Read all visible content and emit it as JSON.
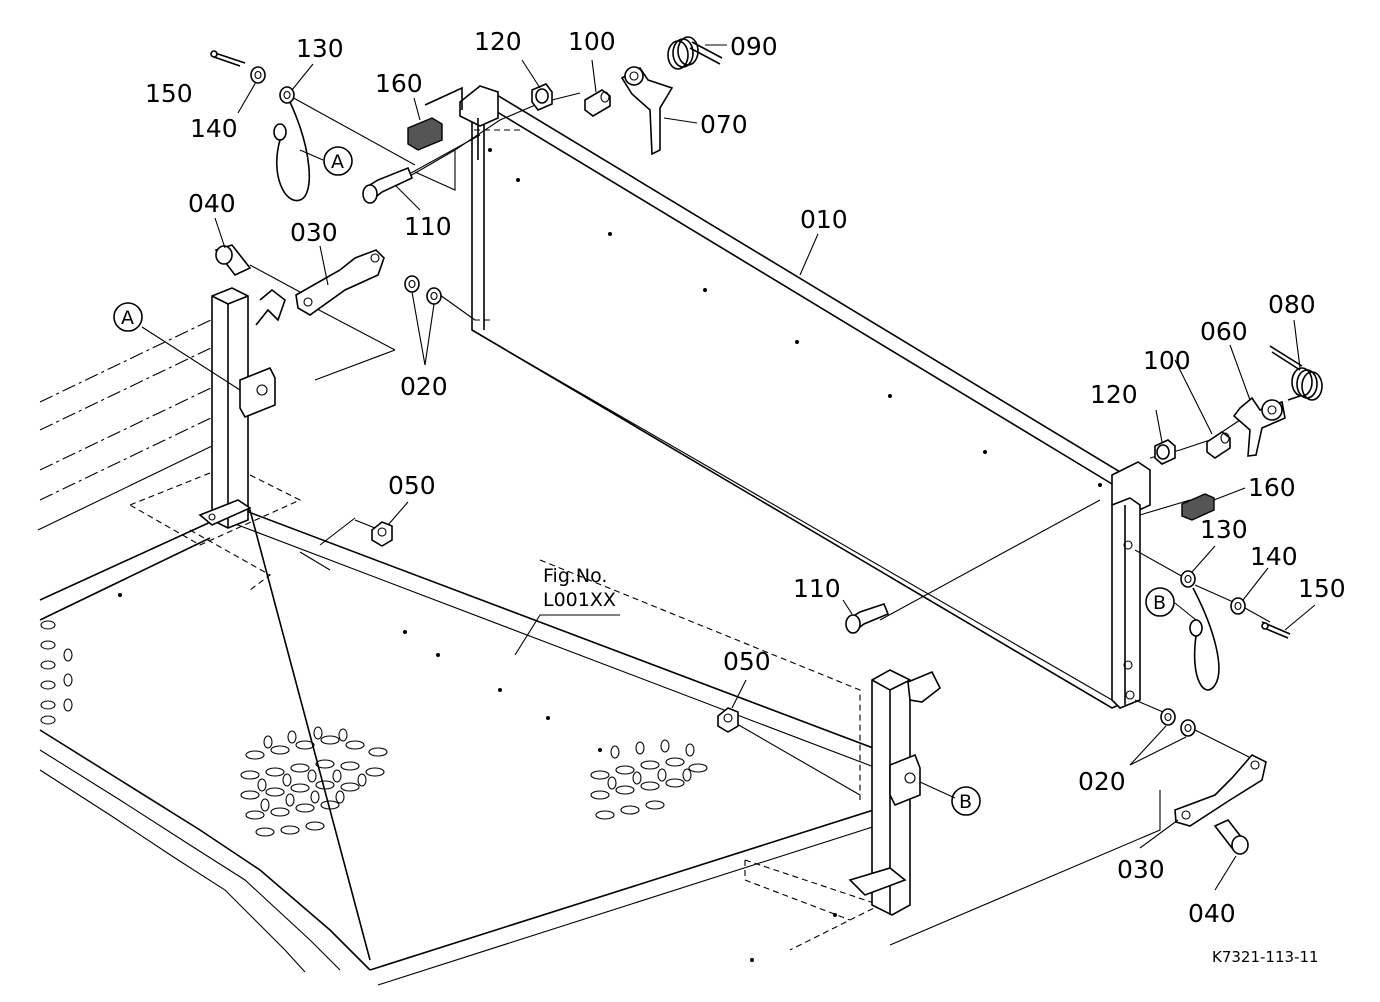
{
  "fig": {
    "label": "Fig.No.",
    "code": "L001XX"
  },
  "drawing_id": "K7321-113-11",
  "callouts": {
    "a": "A",
    "b": "B"
  },
  "parts": {
    "p010": "010",
    "p020": "020",
    "p030": "030",
    "p040": "040",
    "p050": "050",
    "p060": "060",
    "p070": "070",
    "p080": "080",
    "p090": "090",
    "p100": "100",
    "p110": "110",
    "p120": "120",
    "p130": "130",
    "p140": "140",
    "p150": "150",
    "p160": "160"
  }
}
